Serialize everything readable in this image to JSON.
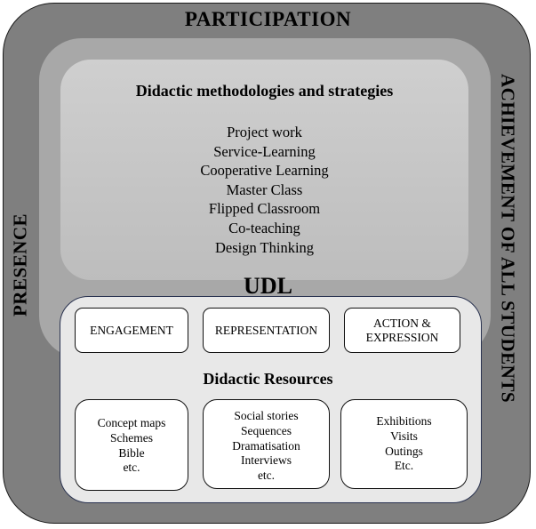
{
  "outer": {
    "top_label": "PARTICIPATION",
    "left_label": "PRESENCE",
    "right_label": "ACHIEVEMENT OF ALL STUDENTS"
  },
  "methodologies": {
    "heading": "Didactic methodologies and strategies",
    "items": [
      "Project work",
      "Service-Learning",
      "Cooperative Learning",
      "Master Class",
      "Flipped Classroom",
      "Co-teaching",
      "Design Thinking"
    ]
  },
  "udl": {
    "title": "UDL",
    "pillars": [
      "ENGAGEMENT",
      "REPRESENTATION",
      "ACTION &",
      "EXPRESSION"
    ]
  },
  "resources": {
    "heading": "Didactic Resources",
    "box1": [
      "Concept maps",
      "Schemes",
      "Bible",
      "etc."
    ],
    "box2": [
      "Social stories",
      "Sequences",
      "Dramatisation",
      "Interviews",
      "etc."
    ],
    "box3": [
      "Exhibitions",
      "Visits",
      "Outings",
      "Etc."
    ]
  },
  "colors": {
    "outer_frame": "#7f7f7f",
    "middle_frame": "#a8a8a8",
    "inner_box": "#c8c8c8",
    "udl_box": "#e8e8e8",
    "udl_border": "#2a3350"
  }
}
